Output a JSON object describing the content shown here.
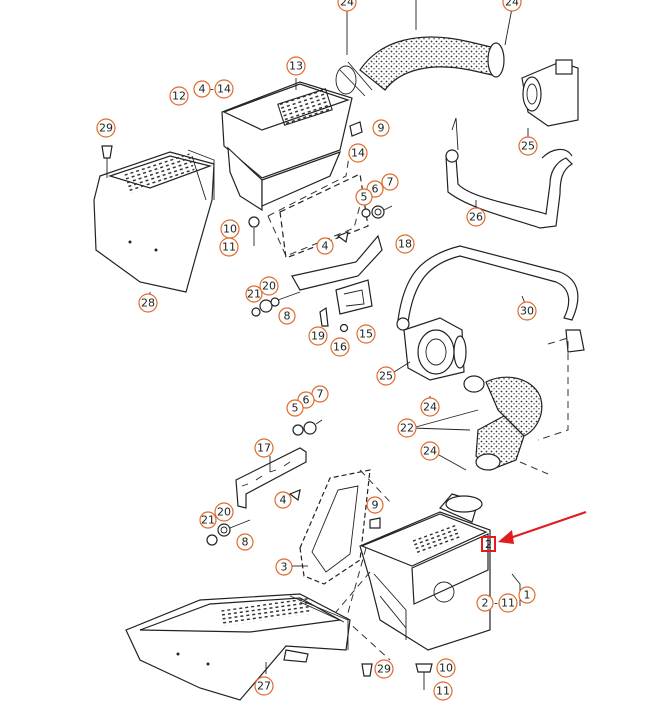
{
  "callouts": {
    "c24a": "24",
    "c24b": "24",
    "c13": "13",
    "c12": "12",
    "c4a": "4",
    "c14a": "14",
    "c29a": "29",
    "c9a": "9",
    "c25a": "25",
    "c14b": "14",
    "c6a": "6",
    "c7a": "7",
    "c5a": "5",
    "c26": "26",
    "c10a": "10",
    "c4b": "4",
    "c18": "18",
    "c11a": "11",
    "c21a": "21",
    "c20a": "20",
    "c28": "28",
    "c8a": "8",
    "c30": "30",
    "c19": "19",
    "c16": "16",
    "c15": "15",
    "c25b": "25",
    "c24c": "24",
    "c7b": "7",
    "c6b": "6",
    "c5b": "5",
    "c22": "22",
    "c17": "17",
    "c24d": "24",
    "c9b": "9",
    "c4c": "4",
    "c21b": "21",
    "c20b": "20",
    "c8b": "8",
    "c3": "3",
    "c1": "1",
    "c2": "2",
    "c11b": "11",
    "c29b": "29",
    "c10b": "10",
    "c27": "27",
    "c11c": "11"
  },
  "highlight_label": "2",
  "dash": "-"
}
